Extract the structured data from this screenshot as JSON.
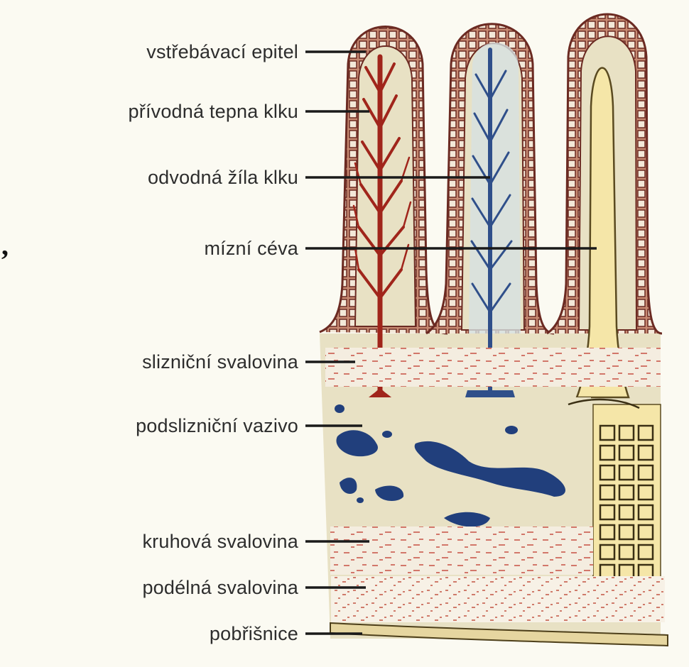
{
  "labels": {
    "epithelium": "vstřebávací epitel",
    "artery": "přívodná tepna klku",
    "vein": "odvodná žíla klku",
    "lymph": "mízní céva",
    "mucosal_muscle": "slizniční svalovina",
    "submucosa": "podslizniční vazivo",
    "circular_muscle": "kruhová svalovina",
    "longitudinal_muscle": "podélná svalovina",
    "serosa": "pobřišnice"
  },
  "stray_mark": ",",
  "colors": {
    "background": "#fbfaf2",
    "tissue": "#e8e1c4",
    "epithelium_outline": "#6b2a22",
    "epithelium_fill": "#c78a72",
    "artery": "#a0251b",
    "vein": "#2f4f8a",
    "vein_capillary_fill": "#d6e1e2",
    "lymph_fill": "#f5e6a8",
    "lymph_outline": "#5a4a20",
    "muscle": "#c96a5a",
    "submucosa_vessels": "#213f7c"
  },
  "icons": {
    "villus": "intestinal-villus-illustration"
  }
}
